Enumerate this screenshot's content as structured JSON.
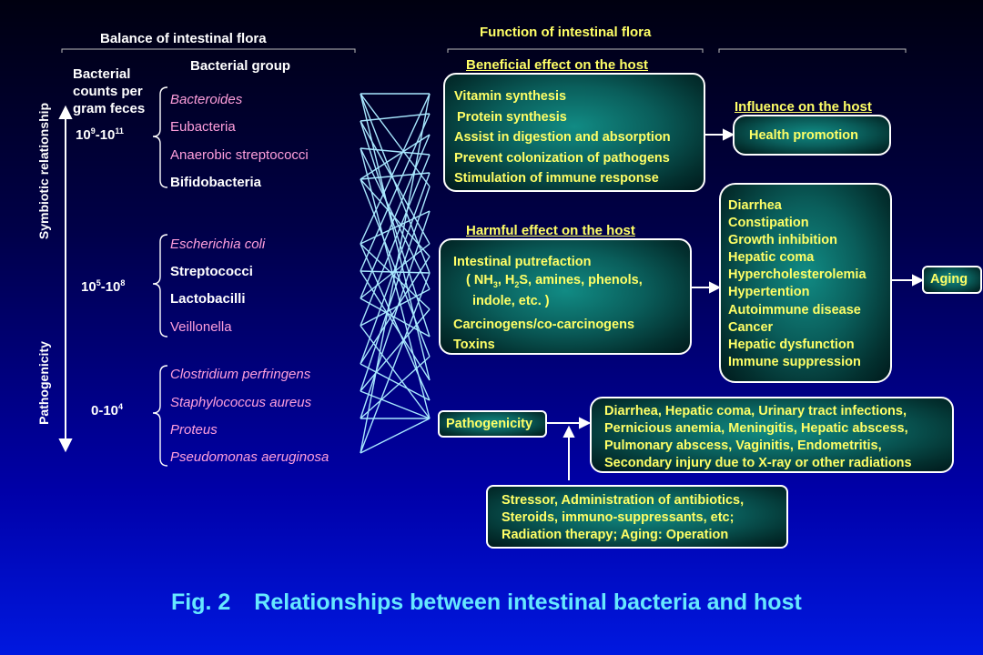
{
  "header": {
    "balance": "Balance of intestinal flora",
    "function": "Function of intestinal flora",
    "counts": [
      "Bacterial",
      "counts per",
      "gram feces"
    ],
    "group": "Bacterial group"
  },
  "side": {
    "symbiotic": "Symbiotic relationship",
    "pathogenicity": "Pathogenicity"
  },
  "counts": {
    "c1_base": "10",
    "c1_e1": "9",
    "c1_mid": "-10",
    "c1_e2": "11",
    "c2_base": "10",
    "c2_e1": "5",
    "c2_mid": "-10",
    "c2_e2": "8",
    "c3_base": "0-10",
    "c3_e1": "4"
  },
  "bacteria": [
    "Bacteroides",
    "Eubacteria",
    "Anaerobic streptococci",
    "Bifidobacteria",
    "Escherichia coli",
    "Streptococci",
    "Lactobacilli",
    "Veillonella",
    "Clostridium perfringens",
    "Staphylococcus aureus",
    "Proteus",
    "Pseudomonas aeruginosa"
  ],
  "beneficial": {
    "label": "Beneficial effect on the host",
    "items": [
      "Vitamin synthesis",
      "Protein synthesis",
      "Assist in digestion and absorption",
      "Prevent colonization of pathogens",
      "Stimulation of immune response"
    ]
  },
  "influence": {
    "label": "Influence on the host",
    "health": "Health promotion"
  },
  "harmful": {
    "label": "Harmful effect on the host",
    "line1": "Intestinal putrefaction",
    "l2_a": "( NH",
    "l2_s1": "3",
    "l2_b": ", H",
    "l2_s2": "2",
    "l2_c": "S, amines, phenols,",
    "line3": "indole, etc. )",
    "line4": "Carcinogens/co-carcinogens",
    "line5": "Toxins"
  },
  "diseases": [
    "Diarrhea",
    "Constipation",
    "Growth inhibition",
    "Hepatic coma",
    "Hypercholesterolemia",
    "Hypertention",
    "Autoimmune disease",
    "Cancer",
    "Hepatic dysfunction",
    "Immune suppression"
  ],
  "aging": "Aging",
  "pathogenicity_box": "Pathogenicity",
  "infections": [
    "Diarrhea, Hepatic coma, Urinary tract infections,",
    "Pernicious anemia, Meningitis, Hepatic abscess,",
    "Pulmonary abscess, Vaginitis, Endometritis,",
    "Secondary injury due to X-ray or other radiations"
  ],
  "stressor": [
    "Stressor, Administration of antibiotics,",
    "Steroids, immuno-suppressants, etc;",
    "Radiation therapy; Aging: Operation"
  ],
  "caption": {
    "fig": "Fig. 2",
    "text": "Relationships between intestinal bacteria and host"
  }
}
